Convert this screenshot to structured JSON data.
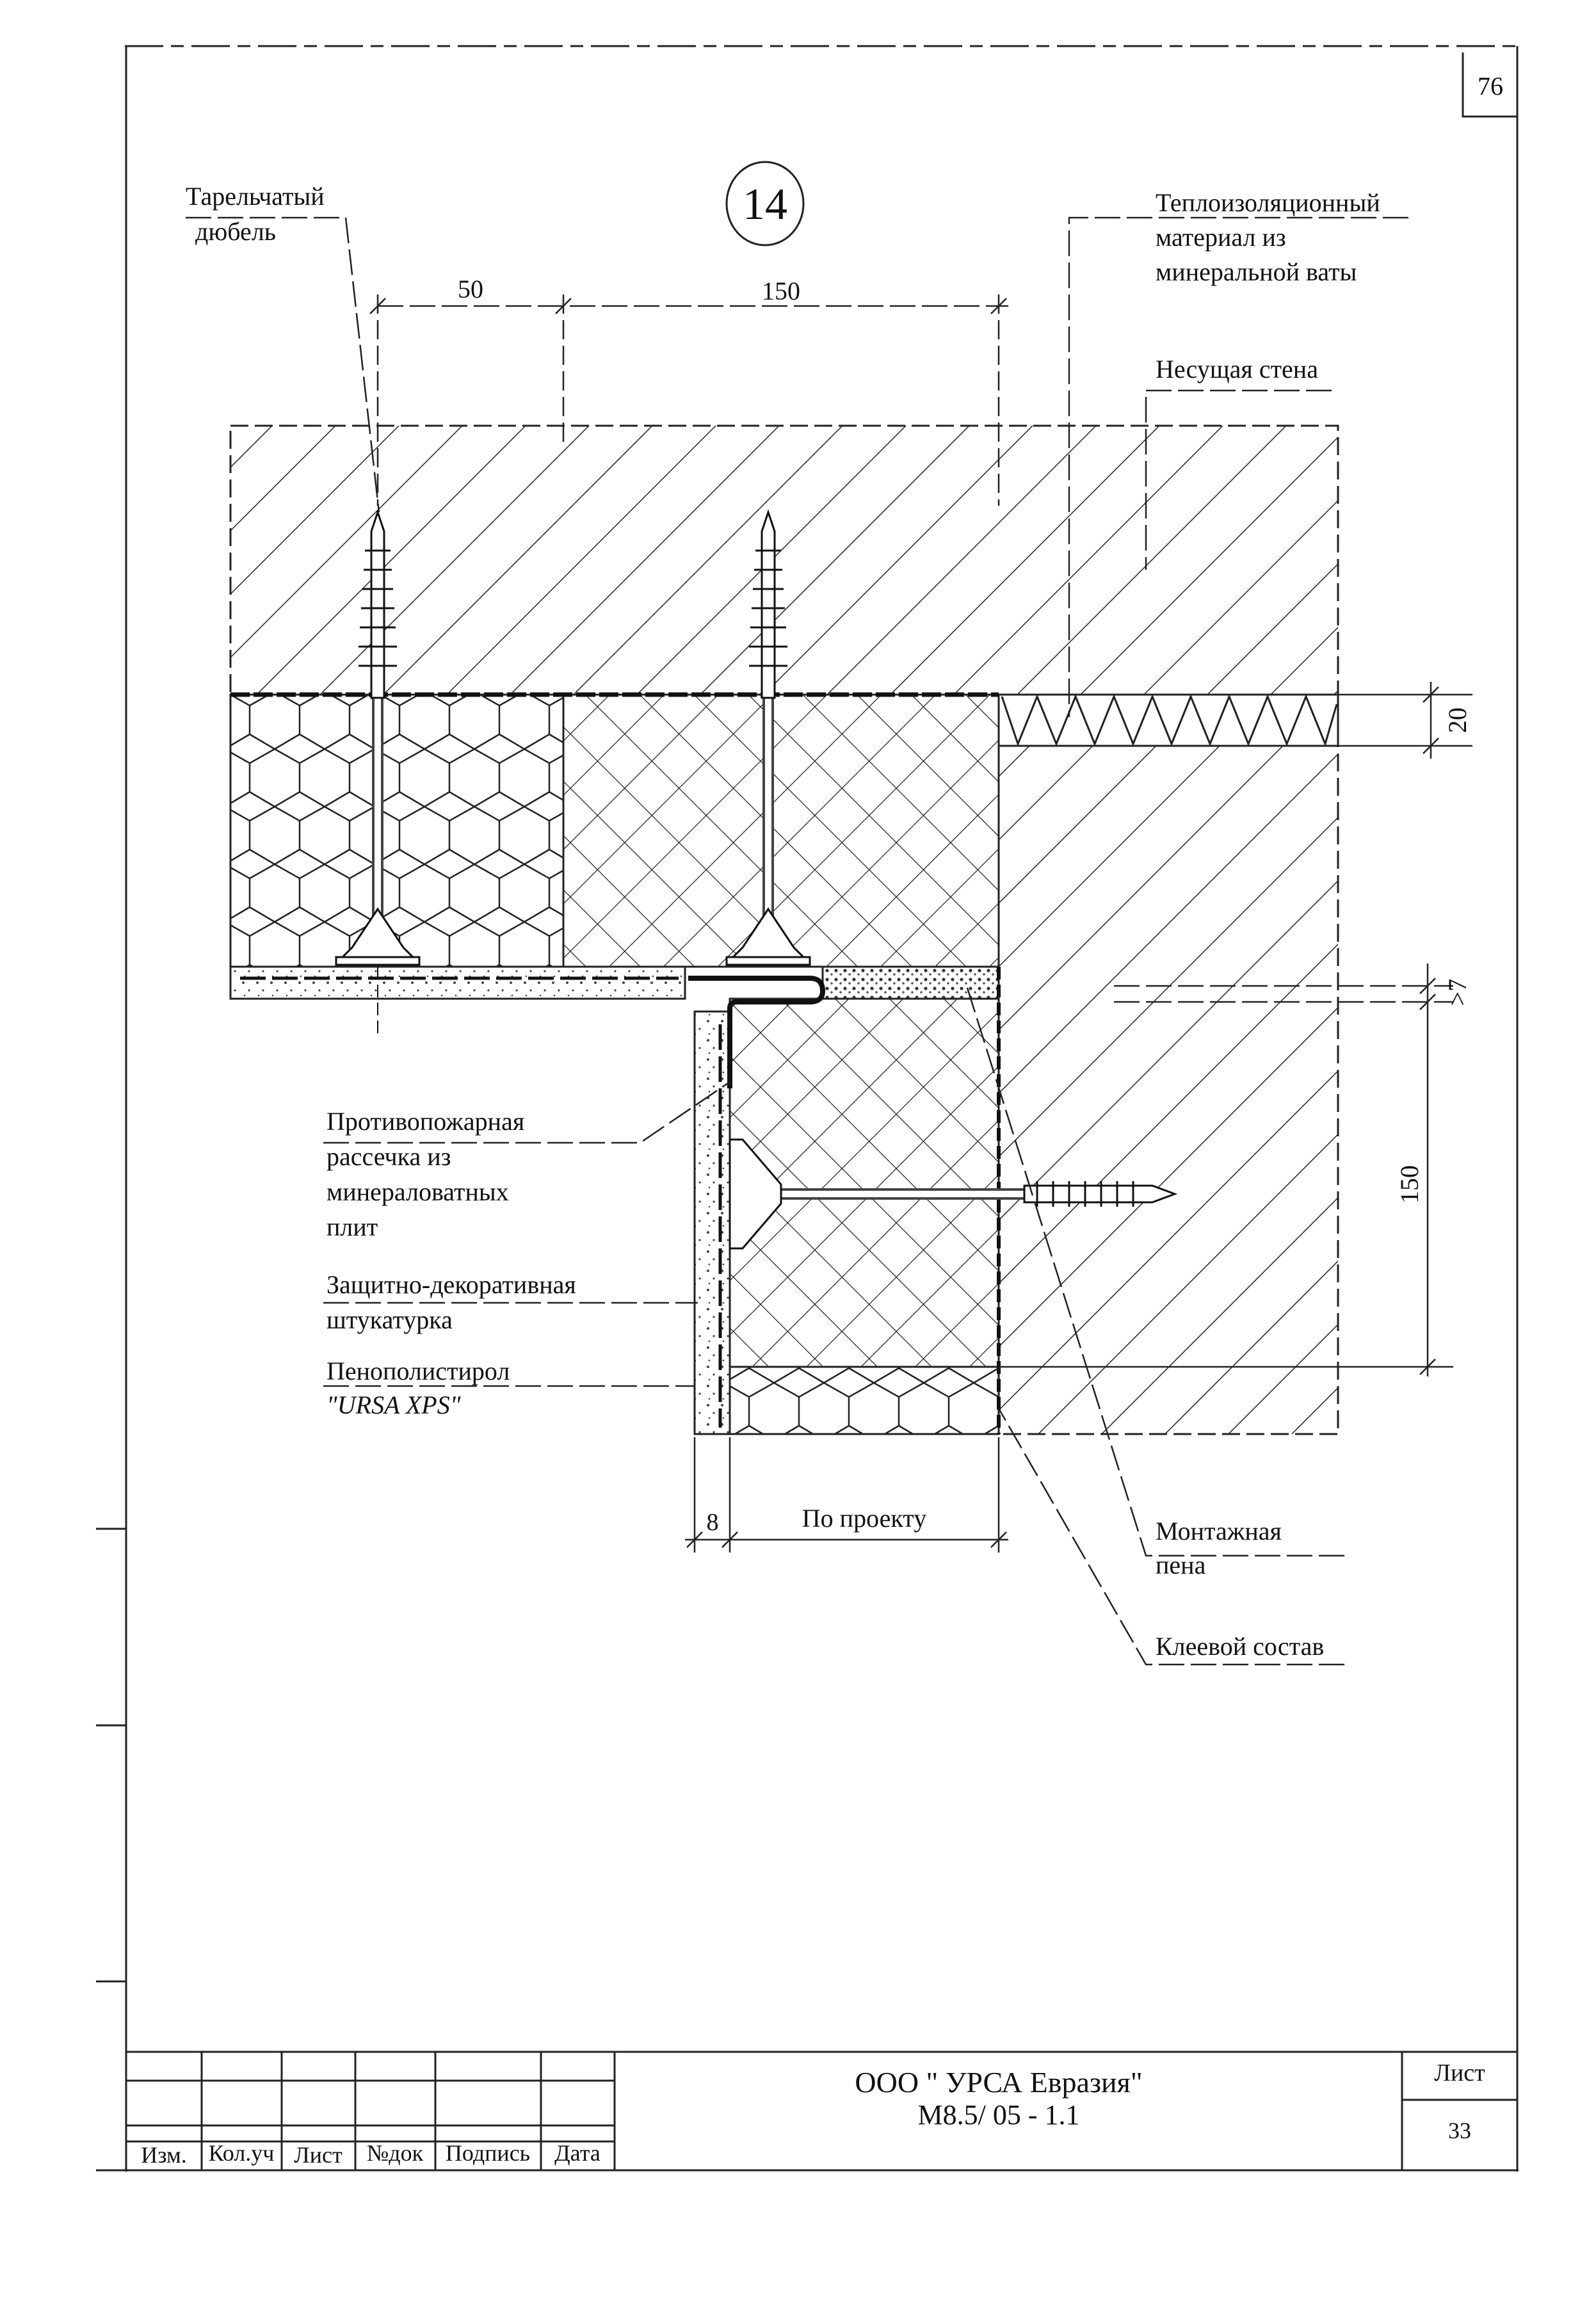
{
  "sheet_number_top": "76",
  "detail_number": "14",
  "labels": {
    "dowel": [
      "Тарельчатый",
      "дюбель"
    ],
    "insulation": [
      "Теплоизоляционный",
      "материал из",
      "минеральной ваты"
    ],
    "wall": "Несущая стена",
    "firebreak": [
      "Противопожарная",
      "рассечка из",
      "минераловатных",
      "плит"
    ],
    "plaster": [
      "Защитно-декоративная",
      "штукатурка"
    ],
    "eps": [
      "Пенополистирол",
      "\"URSA XPS\""
    ],
    "foam": [
      "Монтажная",
      "пена"
    ],
    "glue": "Клеевой состав",
    "by_project": "По проекту"
  },
  "dimensions": {
    "d50": "50",
    "d150_top": "150",
    "d20": "20",
    "d7": ">7",
    "d150_right": "150",
    "d8": "8"
  },
  "title_block": {
    "company": "ООО \" УРСА Евразия\"",
    "code": "М8.5/ 05 - 1.1",
    "sheet_label": "Лист",
    "sheet_number": "33",
    "columns": [
      "Изм.",
      "Кол.уч",
      "Лист",
      "№док",
      "Подпись",
      "Дата"
    ]
  }
}
